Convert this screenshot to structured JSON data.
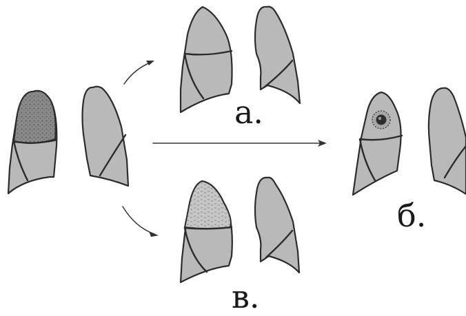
{
  "labels": {
    "a": "а.",
    "b": "б.",
    "v": "в."
  },
  "colors": {
    "lobe_fill": "#b9b9b9",
    "lesion_dark": "#7d7d7d",
    "lesion_light": "#cfcfcf",
    "ink": "#2b2b2b"
  }
}
